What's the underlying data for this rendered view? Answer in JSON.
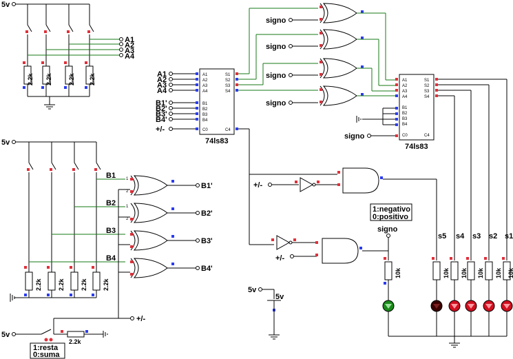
{
  "labels": {
    "vcc": "5v",
    "a_inputs": [
      "A1",
      "A2",
      "A3",
      "A4"
    ],
    "b_inputs": [
      "B1",
      "B2",
      "B3",
      "B4"
    ],
    "b_outputs": [
      "B1'",
      "B2'",
      "B3'",
      "B4'"
    ],
    "sign": "signo",
    "plus_minus": "+/-",
    "resistor": "2.2k",
    "resistor_led": "10k",
    "outputs": [
      "s5",
      "s4",
      "s3",
      "s2",
      "s1"
    ],
    "chip": "74ls83",
    "chip_pins_a": [
      "A1",
      "A2",
      "A3",
      "A4"
    ],
    "chip_pins_b": [
      "B1",
      "B2",
      "B3",
      "B4"
    ],
    "chip_pins_s": [
      "S1",
      "S2",
      "S3",
      "S4"
    ],
    "chip_cin": "C0",
    "chip_cout": "C4",
    "gate_pins": [
      "1",
      "2"
    ]
  },
  "notes": {
    "mode_line1": "1:resta",
    "mode_line2": "0:suma",
    "sign_line1": "1:negativo",
    "sign_line2": "0:positivo"
  },
  "colors": {
    "wire": "#000000",
    "bus": "#147a14",
    "pin_high": "#e0303a",
    "pin_low": "#2a3cf0",
    "led_on": "#d01020",
    "led_sign": "#1a8a1a",
    "led_off": "#3a0000"
  }
}
